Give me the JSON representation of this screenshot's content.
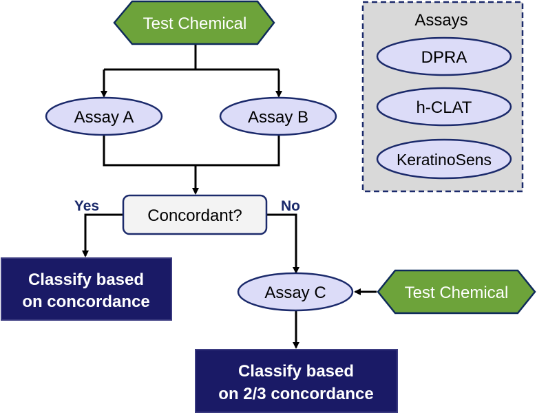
{
  "start": {
    "label": "Test Chemical"
  },
  "assay_a": {
    "label": "Assay A"
  },
  "assay_b": {
    "label": "Assay B"
  },
  "decision": {
    "label": "Concordant?",
    "yes_label": "Yes",
    "no_label": "No"
  },
  "outcome_concordance": {
    "line1": "Classify based",
    "line2": "on concordance"
  },
  "assay_c": {
    "label": "Assay C"
  },
  "side_input": {
    "label": "Test Chemical"
  },
  "outcome_two_thirds": {
    "line1": "Classify based",
    "line2": "on 2/3 concordance"
  },
  "assays_panel": {
    "title": "Assays",
    "items": [
      "DPRA",
      "h-CLAT",
      "KeratinoSens"
    ]
  },
  "colors": {
    "hexagon_fill": "#6da33a",
    "hexagon_stroke": "#0e2a5a",
    "ellipse_fill": "#dcdcf8",
    "ellipse_stroke": "#1b2a6b",
    "outcome_fill": "#1a1a66",
    "decision_fill": "#f3f3f3",
    "panel_fill": "#d9d9d9",
    "panel_stroke": "#1b2a6b",
    "yes_no_text": "#1b2a6b"
  }
}
